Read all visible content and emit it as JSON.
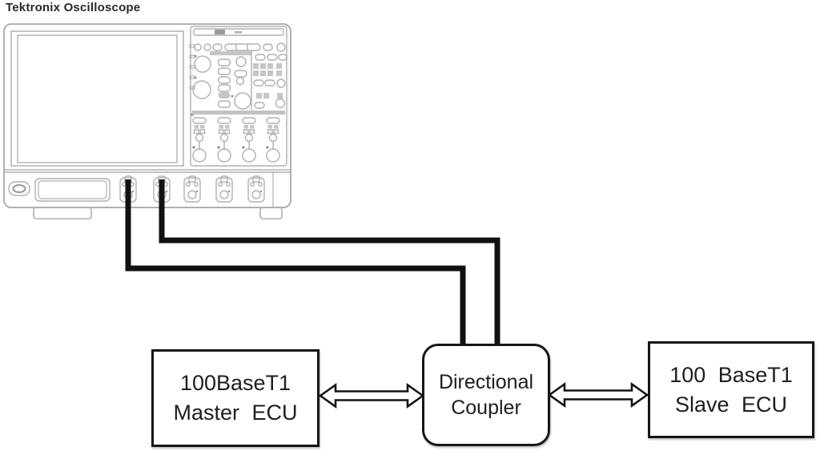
{
  "title": "Tektronix Oscilloscope",
  "nodes": {
    "master_ecu": {
      "line1": "100BaseT1",
      "line2": "Master ECU"
    },
    "directional_coupler": {
      "line1": "Directional",
      "line2": "Coupler"
    },
    "slave_ecu": {
      "line1": "100 BaseT1",
      "line2": "Slave ECU"
    }
  },
  "connections": [
    {
      "from": "Tektronix Oscilloscope CH1",
      "to": "Directional Coupler",
      "style": "cable"
    },
    {
      "from": "Tektronix Oscilloscope CH2",
      "to": "Directional Coupler",
      "style": "cable"
    },
    {
      "from": "100BaseT1 Master ECU",
      "to": "Directional Coupler",
      "style": "double-headed-arrow"
    },
    {
      "from": "Directional Coupler",
      "to": "100 BaseT1 Slave ECU",
      "style": "double-headed-arrow"
    }
  ],
  "colors": {
    "drawing_gray": "#b0b0b0",
    "cable_black": "#111111",
    "box_border": "#161616",
    "label_text": "#1e1e1e",
    "background": "#ffffff"
  }
}
